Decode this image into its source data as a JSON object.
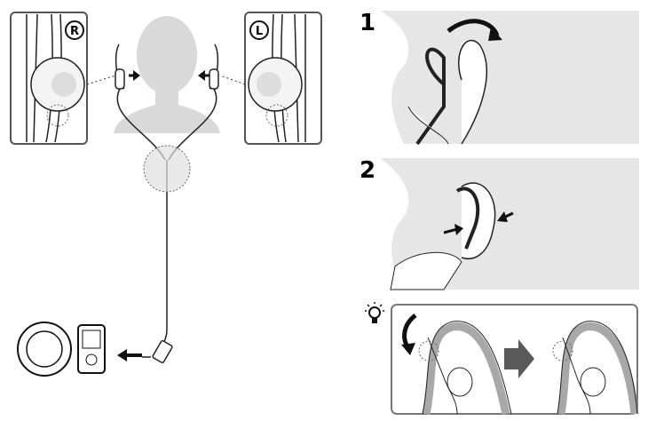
{
  "labels": {
    "right_marker": "R",
    "left_marker": "L",
    "step1": "1",
    "step2": "2"
  },
  "icons": [
    "lightbulb-tip-icon",
    "arrow-right-icon",
    "curved-arrow-icon"
  ],
  "colors": {
    "line": "#1a1a1a",
    "silhouette": "#d9d9d9",
    "panel_bg": "#e6e6e6",
    "arrow_gray": "#5a5a5a",
    "hook_gray": "#a8a8a8"
  }
}
